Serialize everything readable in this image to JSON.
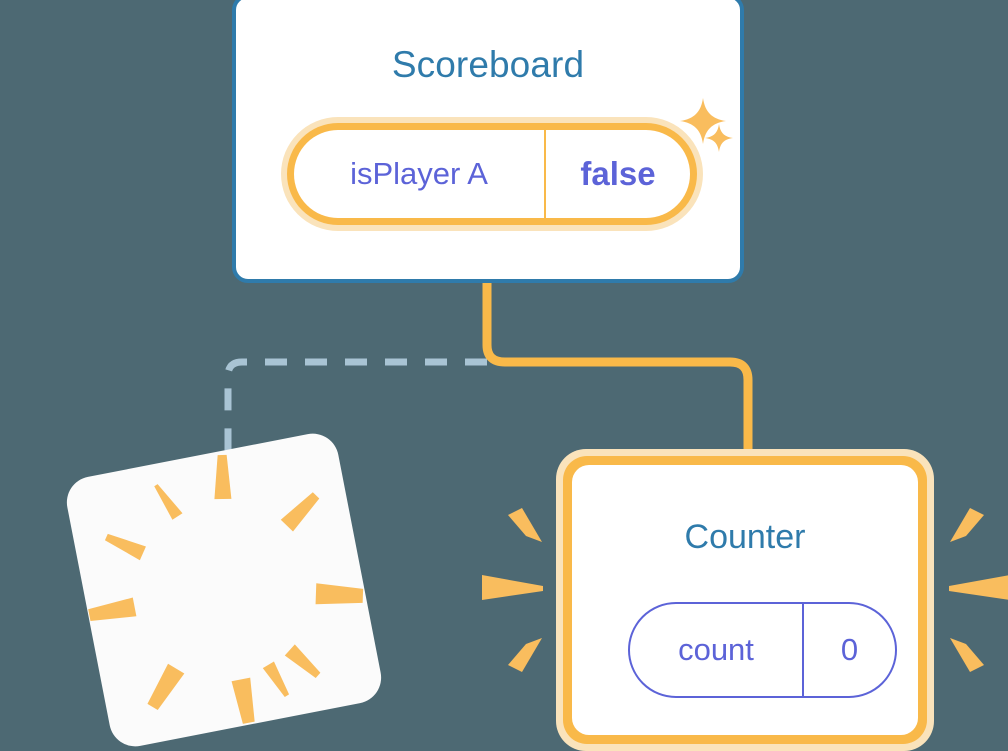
{
  "background_color": "#4d6973",
  "palette": {
    "card_blue": "#2f7bab",
    "orange": "#f9b949",
    "orange_pale": "#fae3bb",
    "periwinkle": "#5c63d8",
    "dashed_blue": "#a9c4d4",
    "card_white": "#ffffff"
  },
  "scoreboard": {
    "title": "Scoreboard",
    "state_pill": {
      "key": "isPlayer A",
      "value": "false"
    },
    "sparkles": [
      {
        "name": "sparkle-large",
        "size": 44
      },
      {
        "name": "sparkle-small",
        "size": 26
      }
    ]
  },
  "counter": {
    "title": "Counter",
    "state_pill": {
      "key": "count",
      "value": "0"
    },
    "left_ray_count": 3,
    "right_ray_count": 3
  },
  "burst_card": {
    "label": "",
    "ray_count": 10,
    "rotation_deg": -11
  },
  "connectors": {
    "orange_flow": {
      "name": "scoreboard-to-counter-flow",
      "style": "solid",
      "color": "#f9b949"
    },
    "dashed_flow": {
      "name": "scoreboard-to-burst-card-flow",
      "style": "dashed",
      "color": "#a9c4d4"
    }
  }
}
